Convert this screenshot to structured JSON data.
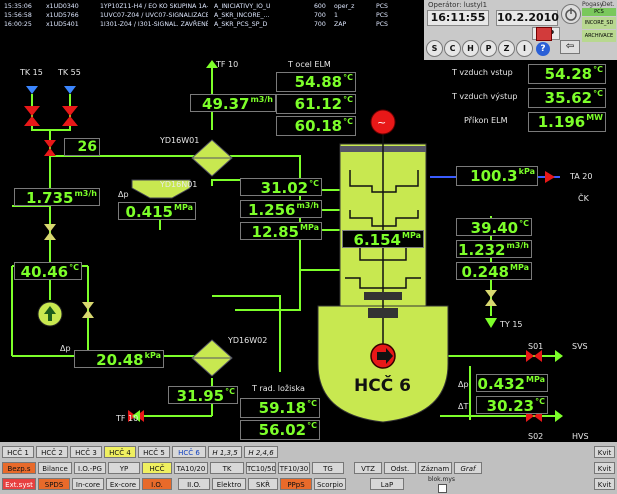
{
  "alarms": [
    {
      "time": "15:35:06",
      "id": "x1UD0340",
      "msg": "1YP10Z11-H4 / EO KO SKUPINA 1A-O...",
      "sig": "A_INICIATIVY_IO_U",
      "v1": "600",
      "v2": "oper_z",
      "sys": "PCS"
    },
    {
      "time": "15:56:58",
      "id": "x1UD5766",
      "msg": "1UVC07-Z04 / UVC07-SIGNALIZACE ZA...",
      "sig": "A_SKR_INCORE_...",
      "v1": "700",
      "v2": "1",
      "sys": "PCS"
    },
    {
      "time": "16:00:25",
      "id": "x1UD5401",
      "msg": "1I301-Z04 / I301-SIGNAL. ZAVŘENÉ DV...",
      "sig": "A_SKR_PCS_SP_D",
      "v1": "700",
      "v2": "ZAP",
      "sys": "PCS"
    }
  ],
  "header": {
    "operator_label": "Operátor: lustyl1",
    "time": "16:11:55",
    "date": "10.2.2010",
    "lap_button": "LaP",
    "round_buttons": [
      "S",
      "C",
      "H",
      "P",
      "Z",
      "I"
    ],
    "right_labels": [
      "Pogasy",
      "Det.",
      "PCS",
      "INCORE_SD",
      "ARCHIVACE"
    ]
  },
  "colors": {
    "pipe": "#7dff2a",
    "process": "#c8e850",
    "valve_red": "#e81818",
    "valve_yellow": "#d8d870",
    "value_text": "#7dff2a"
  },
  "scheme": {
    "tk15": "TK 15",
    "tk55": "TK 55",
    "tf10_top": "TF 10",
    "t_ocel_elm": "T ocel ELM",
    "yd16w01": "YD16W01",
    "yd16n01": "YD16N01",
    "yd16w02": "YD16W02",
    "dp": "Δp",
    "dp2": "Δp",
    "dp3": "Δp",
    "dt": "ΔT",
    "t_vzduch_vstup": "T vzduch vstup",
    "t_vzduch_vystup": "T vzduch výstup",
    "prikon_elm": "Příkon ELM",
    "ta20": "TA 20",
    "ck": "ČK",
    "ty15": "TY 15",
    "s01": "S01",
    "svs": "SVS",
    "s02": "S02",
    "hvs": "HVS",
    "tf10_bottom": "TF 10",
    "t_rad_loziska": "T rad. ložiska",
    "pump_name": "HCČ 6",
    "values": {
      "v26": "26",
      "v1735": "1.735",
      "u_m3h": "m3/h",
      "v0415": "0.415",
      "u_mpa": "MPa",
      "v4046": "40.46",
      "u_c": "°C",
      "v2048": "20.48",
      "u_kpa": "kPa",
      "v4937": "49.37",
      "u_m3h2": "m3/h",
      "v5488": "54.88",
      "u_c2": "°C",
      "v6112": "61.12",
      "u_c3": "°C",
      "v6018": "60.18",
      "u_c4": "°C",
      "v3102": "31.02",
      "u_c5": "°C",
      "v1256": "1.256",
      "u_m3h3": "m3/h",
      "v1285": "12.85",
      "u_mpa2": "MPa",
      "v6154": "6.154",
      "u_mpa3": "MPa",
      "v3195": "31.95",
      "u_c6": "°C",
      "v5918": "59.18",
      "u_c7": "°C",
      "v5602": "56.02",
      "u_c8": "°C",
      "v5428": "54.28",
      "u_c9": "°C",
      "v3562": "35.62",
      "u_c10": "°C",
      "v1196": "1.196",
      "u_mw": "MW",
      "v1003": "100.3",
      "u_kpa2": "kPa",
      "v3940": "39.40",
      "u_c11": "°C",
      "v1232": "1.232",
      "u_m3h4": "m3/h",
      "v0248": "0.248",
      "u_mpa4": "MPa",
      "v0432": "0.432",
      "u_mpa5": "MPa",
      "v3023": "30.23",
      "u_c12": "°C"
    }
  },
  "nav": {
    "row1": [
      "HCČ 1",
      "HCČ 2",
      "HCČ 3",
      "HCČ 4",
      "HCČ 5",
      "HCČ 6",
      "H 1,3,5",
      "H 2,4,6",
      "Kvit"
    ],
    "row2": [
      "Bezp.s",
      "Bilance",
      "I.O.-PG",
      "YP",
      "HCČ",
      "TA10/20",
      "TK",
      "TC10/50",
      "TF10/30",
      "TG",
      "VTZ",
      "Odst.",
      "Záznam",
      "Graf",
      "Kvit"
    ],
    "row3": [
      "Ext.syst",
      "SPDS",
      "In-core",
      "Ex-core",
      "I.O.",
      "II.O.",
      "Elektro",
      "SKŘ",
      "PPpS",
      "Scorpio",
      "LaP",
      "blok.mys",
      "Kvit"
    ]
  }
}
